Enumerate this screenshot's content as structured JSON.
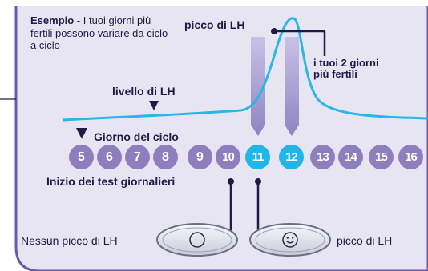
{
  "example": {
    "bold": "Esempio",
    "text": " - I tuoi giorni più fertili possono variare da ciclo a ciclo"
  },
  "labels": {
    "lh_peak": "picco di LH",
    "fertile_days_line1": "i tuoi 2 giorni",
    "fertile_days_line2": "più fertili",
    "lh_level": "livello di LH",
    "cycle_day": "Giorno del ciclo",
    "daily_tests_start": "Inizio dei test giornalieri",
    "no_peak": "Nessun picco di LH",
    "peak_result": "picco di LH"
  },
  "days": [
    "5",
    "6",
    "7",
    "8",
    "9",
    "10",
    "11",
    "12",
    "13",
    "14",
    "15",
    "16"
  ],
  "fertile_days": [
    "11",
    "12"
  ],
  "icons": {
    "test_no_peak": "circle-icon",
    "test_peak": "smiley-icon"
  },
  "colors": {
    "lh_curve": "#29b6e9",
    "day_circle": "#8d7fbd",
    "fertile_day_circle": "#1fb6e8",
    "fertile_bar": "#a79fd1",
    "border": "#6a5aa8",
    "text": "#1e1b46"
  }
}
